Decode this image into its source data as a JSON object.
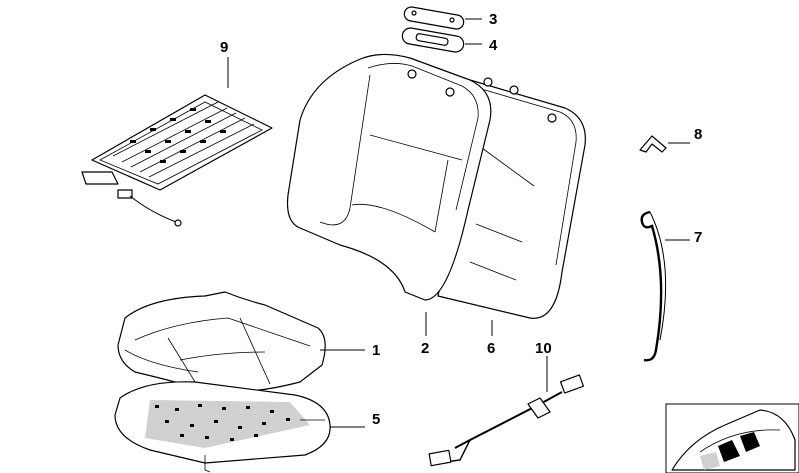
{
  "diagram": {
    "callouts": [
      "1",
      "2",
      "3",
      "4",
      "5",
      "6",
      "7",
      "8",
      "9",
      "10"
    ],
    "colors": {
      "line": "#000000",
      "background": "#ffffff",
      "shade": "#d0d0d0"
    }
  }
}
